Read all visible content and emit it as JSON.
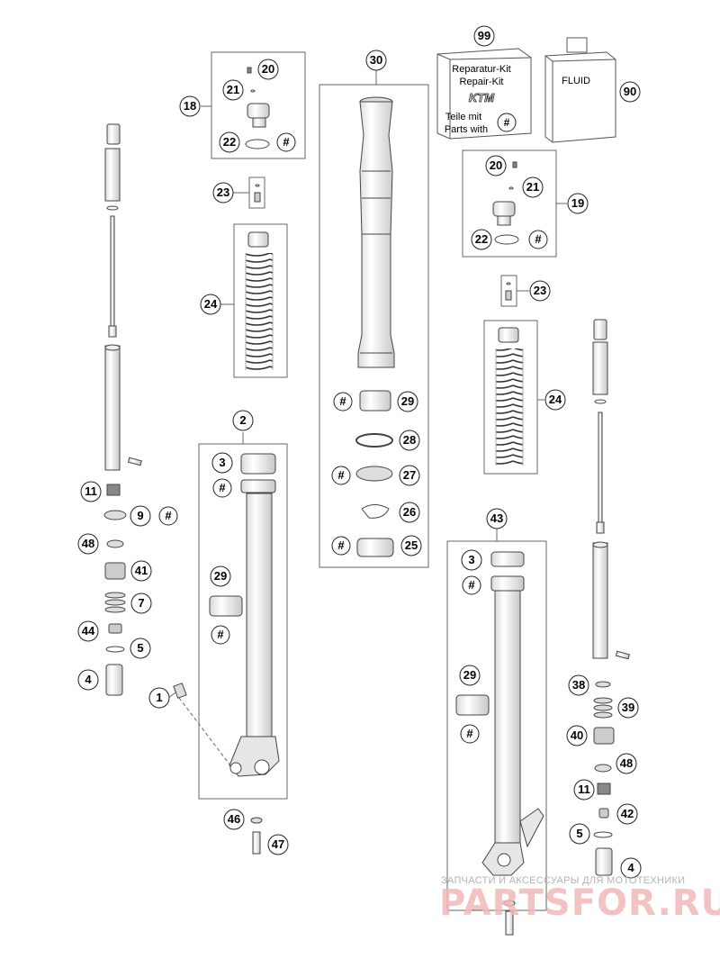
{
  "callouts": {
    "c99": "99",
    "c90": "90",
    "c30": "30",
    "c18": "18",
    "c20a": "20",
    "c21a": "21",
    "c22a": "22",
    "c23a": "23",
    "c24a": "24",
    "c19": "19",
    "c20b": "20",
    "c21b": "21",
    "c22b": "22",
    "c23b": "23",
    "c24b": "24",
    "c29a": "29",
    "c28": "28",
    "c27": "27",
    "c26": "26",
    "c25": "25",
    "c2": "2",
    "c3a": "3",
    "c29b": "29",
    "c1": "1",
    "c46": "46",
    "c47": "47",
    "c11a": "11",
    "c9": "9",
    "c48a": "48",
    "c41": "41",
    "c7": "7",
    "c44": "44",
    "c5a": "5",
    "c4a": "4",
    "c43": "43",
    "c3b": "3",
    "c29c": "29",
    "c38": "38",
    "c39": "39",
    "c40": "40",
    "c48b": "48",
    "c11b": "11",
    "c42": "42",
    "c5b": "5",
    "c4b": "4"
  },
  "hash": "#",
  "repair_kit": {
    "line1": "Reparatur-Kit",
    "line2": "Repair-Kit",
    "brand": "KTM",
    "line3": "Teile mit",
    "line4": "Parts with"
  },
  "fluid_label": "FLUID",
  "watermark": {
    "tagline": "ЗАПЧАСТИ И АКСЕССУАРЫ ДЛЯ МОТОТЕХНИКИ",
    "logo": "PARTSFOR.RU"
  }
}
